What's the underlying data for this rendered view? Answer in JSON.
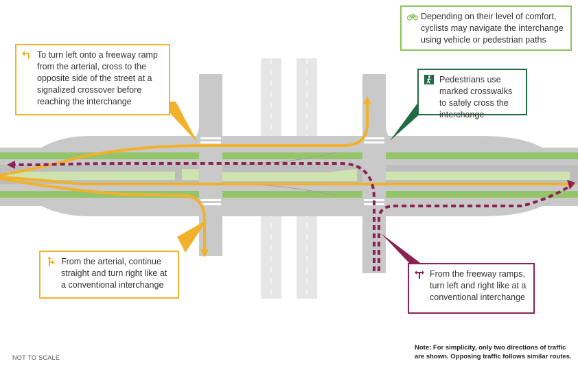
{
  "callouts": {
    "left_turn": "To turn left onto a freeway ramp from the arterial, cross to the opposite side of the street at a signalized crossover before reaching the interchange",
    "cyclists": "Depending on their level of comfort, cyclists may navigate the interchange using vehicle or pedestrian paths",
    "pedestrians": "Pedestrians use marked crosswalks to safely cross the interchange",
    "straight_right": "From the arterial, continue straight and turn right like at a conventional interchange",
    "freeway_ramps": "From the freeway ramps, turn left and right like at a conventional interchange"
  },
  "note": {
    "line1": "Note: For simplicity, only two directions of traffic",
    "line2": "are shown. Opposing traffic follows similar routes."
  },
  "scale_label": "NOT TO SCALE",
  "icons": {
    "left_turn": "left-turn-arrow-icon",
    "cyclists": "bicycle-icon",
    "pedestrians": "pedestrian-icon",
    "straight_right": "straight-right-arrow-icon",
    "freeway_ramps": "left-right-turn-arrow-icon"
  },
  "colors": {
    "arterial_route": "#f2b12b",
    "ramp_route": "#8b2252",
    "cyclist": "#8cc45a",
    "pedestrian": "#1f6b43",
    "road": "#c8c8c8",
    "median": "#cfe3b0"
  }
}
